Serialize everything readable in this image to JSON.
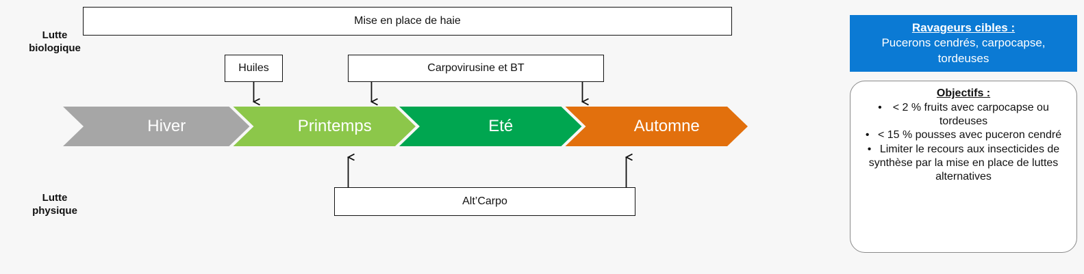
{
  "labels": {
    "biological": "Lutte\nbiologique",
    "physical": "Lutte\nphysique"
  },
  "boxes": {
    "hedge": "Mise en place de haie",
    "oils": "Huiles",
    "carpovirusine": "Carpovirusine et BT",
    "altcarpo": "Alt’Carpo"
  },
  "timeline": {
    "seasons": [
      {
        "label": "Hiver",
        "color": "#a6a6a6"
      },
      {
        "label": "Printemps",
        "color": "#8cc74a"
      },
      {
        "label": "Eté",
        "color": "#00a650"
      },
      {
        "label": "Automne",
        "color": "#e2700d"
      }
    ]
  },
  "targets": {
    "heading": "Ravageurs cibles :",
    "text": "Pucerons cendrés, carpocapse, tordeuses",
    "background": "#0b7ad4"
  },
  "objectives": {
    "heading": "Objectifs :",
    "items": [
      "• < 2 % fruits avec carpocapse ou tordeuses",
      "•  < 15 % pousses avec puceron cendré",
      "•  Limiter le recours aux insecticides de synthèse par la mise en place de luttes alternatives"
    ]
  },
  "chart_data": {
    "type": "diagram",
    "title": "Stratégie de lutte par saison",
    "categories": [
      "Hiver",
      "Printemps",
      "Eté",
      "Automne"
    ],
    "interventions": [
      {
        "name": "Mise en place de haie",
        "row": "Lutte biologique",
        "spans": [
          "Hiver",
          "Printemps",
          "Eté",
          "Automne"
        ]
      },
      {
        "name": "Huiles",
        "row": "Lutte biologique",
        "spans": [
          "Printemps"
        ]
      },
      {
        "name": "Carpovirusine et BT",
        "row": "Lutte biologique",
        "spans": [
          "Printemps",
          "Eté",
          "Automne"
        ]
      },
      {
        "name": "Alt’Carpo",
        "row": "Lutte physique",
        "spans": [
          "Printemps",
          "Eté",
          "Automne"
        ]
      }
    ]
  }
}
